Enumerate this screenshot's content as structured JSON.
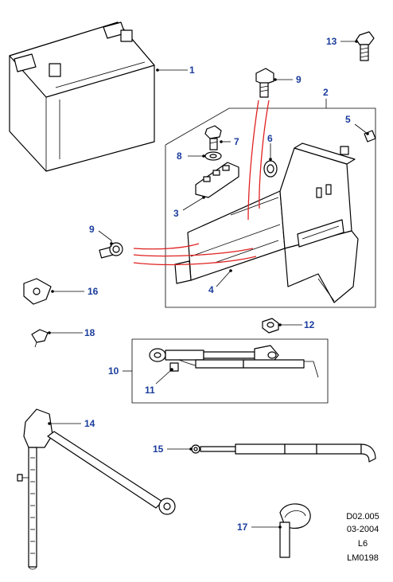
{
  "callouts": [
    {
      "id": "1",
      "label": "1"
    },
    {
      "id": "2",
      "label": "2"
    },
    {
      "id": "3",
      "label": "3"
    },
    {
      "id": "4",
      "label": "4"
    },
    {
      "id": "5",
      "label": "5"
    },
    {
      "id": "6",
      "label": "6"
    },
    {
      "id": "7",
      "label": "7"
    },
    {
      "id": "8",
      "label": "8"
    },
    {
      "id": "9a",
      "label": "9"
    },
    {
      "id": "9b",
      "label": "9"
    },
    {
      "id": "10",
      "label": "10"
    },
    {
      "id": "11",
      "label": "11"
    },
    {
      "id": "12",
      "label": "12"
    },
    {
      "id": "13",
      "label": "13"
    },
    {
      "id": "14",
      "label": "14"
    },
    {
      "id": "15",
      "label": "15"
    },
    {
      "id": "16",
      "label": "16"
    },
    {
      "id": "17",
      "label": "17"
    },
    {
      "id": "18",
      "label": "18"
    }
  ],
  "reference_block": {
    "line1": "D02.005",
    "line2": "03-2004",
    "line3": "L6",
    "line4": "LM0198"
  },
  "colors": {
    "callout_text": "#1a3c9c",
    "reference_lines": "#e02020",
    "linework": "#000000"
  }
}
